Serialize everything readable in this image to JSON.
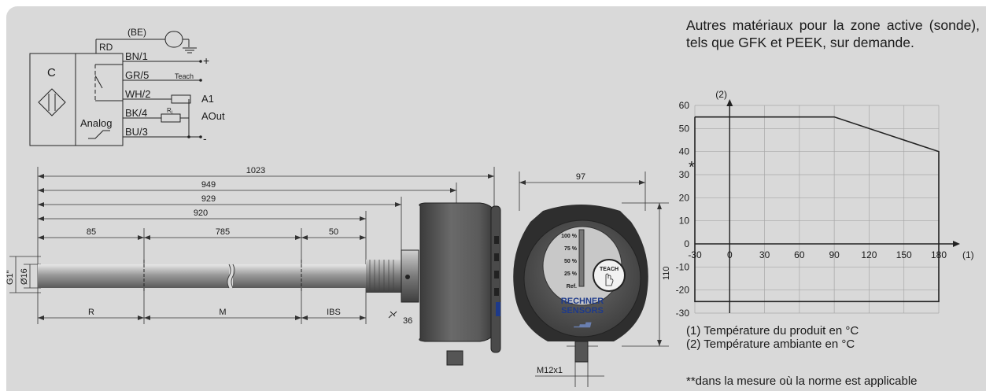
{
  "wiring": {
    "sensor_letter": "C",
    "analog_label": "Analog",
    "shield_label": "(BE)",
    "rd_label": "RD",
    "wires": [
      "BN/1",
      "GR/5",
      "WH/2",
      "BK/4",
      "BU/3"
    ],
    "plus": "+",
    "minus": "-",
    "teach": "Teach",
    "a1": "A1",
    "aout": "AOut",
    "rl": "R",
    "rl_sub": "L"
  },
  "probe": {
    "d1023": "1023",
    "d949": "949",
    "d929": "929",
    "d920": "920",
    "d85": "85",
    "d785": "785",
    "d50": "50",
    "g1": "G1\"",
    "d16": "Ø16",
    "zone_r": "R",
    "zone_m": "M",
    "zone_ibs": "IBS",
    "wrench": "36"
  },
  "front": {
    "width": "97",
    "height": "110",
    "connector": "M12x1",
    "levels": [
      "100 %",
      "75 %",
      "50 %",
      "25 %",
      "Ref."
    ],
    "teach": "TEACH",
    "brand1": "RECHNER",
    "brand2": "SENSORS"
  },
  "text": {
    "materials": "Autres matériaux pour la zone active (sonde), tels que GFK et PEEK, sur demande.",
    "legend1": "(1) Température du produit en °C",
    "legend2": "(2) Température ambiante en °C",
    "footnote": "**dans la mesure où la norme est applicable"
  },
  "chart_data": {
    "type": "area",
    "x_label": "(1)",
    "y_label": "(2)",
    "x_ticks": [
      -30,
      0,
      30,
      60,
      90,
      120,
      150,
      180
    ],
    "y_ticks": [
      60,
      50,
      40,
      30,
      20,
      10,
      0,
      -10,
      -20,
      -30
    ],
    "xlim": [
      -30,
      180
    ],
    "ylim": [
      -30,
      60
    ],
    "grid": true,
    "annotation": "*",
    "series": [
      {
        "x": [
          -30,
          90,
          180,
          180,
          -30,
          -30
        ],
        "y": [
          55,
          55,
          40,
          -25,
          -25,
          55
        ]
      }
    ]
  }
}
